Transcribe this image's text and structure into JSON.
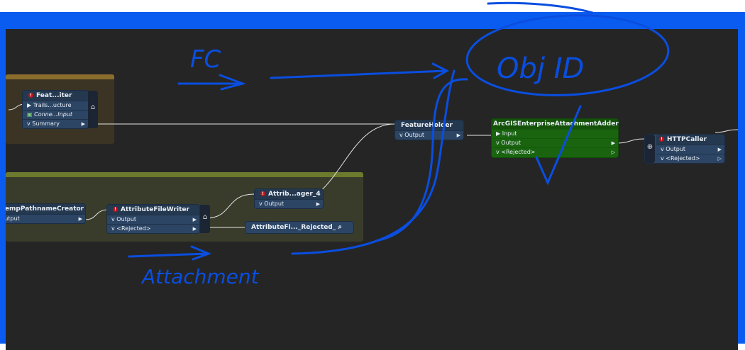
{
  "bookmarks": [
    {
      "name": "bookmark-brown",
      "color": "#8a6d2d"
    },
    {
      "name": "bookmark-olive",
      "color": "#6b7a2c"
    }
  ],
  "nodes": {
    "feature_writer": {
      "title": "Feat...iter",
      "ports": [
        "Trails...ucture",
        "Conne...Input",
        "Summary"
      ]
    },
    "temp_pathname": {
      "title": "TempPathnameCreator",
      "port": "Output"
    },
    "attr_file_writer": {
      "title": "AttributeFileWriter",
      "ports": [
        "Output",
        "<Rejected>"
      ]
    },
    "attr_manager": {
      "title": "Attrib...ager_4",
      "port": "Output"
    },
    "attr_inspector": {
      "title": "AttributeFi..._Rejected_"
    },
    "feature_holder": {
      "title": "FeatureHolder",
      "port": "Output"
    },
    "attachment_adder": {
      "title": "ArcGISEnterpriseAttachmentAdder",
      "ports": [
        "Input",
        "Output",
        "<Rejected>"
      ],
      "color": "#1a6410"
    },
    "http_caller": {
      "title": "HTTPCaller",
      "ports": [
        "Output",
        "<Rejected>"
      ]
    }
  },
  "annotations": {
    "fc": "FC",
    "objid": "Obj ID",
    "attachment": "Attachment"
  }
}
